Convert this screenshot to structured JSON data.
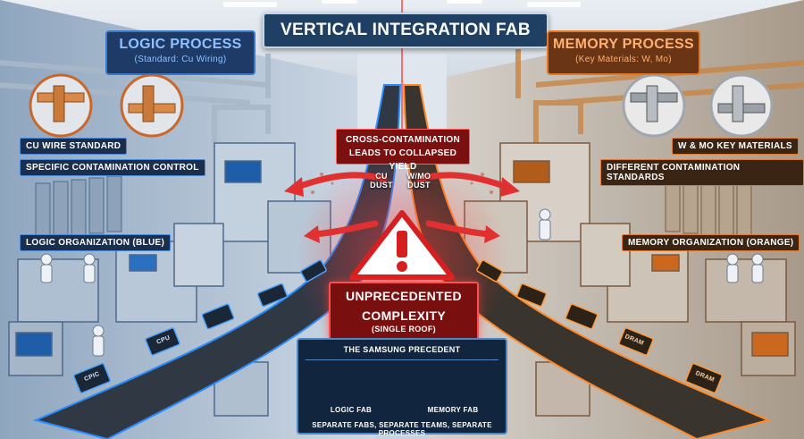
{
  "title": "VERTICAL INTEGRATION FAB",
  "logic": {
    "title": "LOGIC PROCESS",
    "subtitle": "(Standard: Cu Wiring)",
    "wire_label": "Cu WIRE STANDARD",
    "contamination_label": "SPECIFIC CONTAMINATION CONTROL",
    "org_label": "LOGIC ORGANIZATION (BLUE)",
    "chip_label": "CPU",
    "chip_label_alt": "CPIC"
  },
  "memory": {
    "title": "MEMORY PROCESS",
    "subtitle": "(Key Materials: W, Mo)",
    "materials_label": "W & Mo KEY MATERIALS",
    "contamination_label": "DIFFERENT CONTAMINATION STANDARDS",
    "org_label": "MEMORY ORGANIZATION (ORANGE)",
    "chip_label": "DRAM"
  },
  "center": {
    "cross_line1": "CROSS-CONTAMINATION",
    "cross_line2": "LEADS TO COLLAPSED YIELD",
    "dust_left_1": "Cu",
    "dust_left_2": "DUST",
    "dust_right_1": "W/Mo",
    "dust_right_2": "DUST",
    "complexity_line1": "UNPRECEDENTED",
    "complexity_line2": "COMPLEXITY",
    "complexity_sub": "(SINGLE ROOF)"
  },
  "precedent": {
    "title": "THE SAMSUNG PRECEDENT",
    "logic_fab": "LOGIC FAB",
    "memory_fab": "MEMORY FAB",
    "footer": "SEPARATE FABS, SEPARATE TEAMS, SEPARATE PROCESSES"
  },
  "colors": {
    "logic_accent": "#3a78c8",
    "memory_accent": "#e07a2a",
    "danger": "#d62020",
    "title_bg": "#1f3f63"
  },
  "icons": [
    "warning-icon",
    "copper-wire-icon",
    "tungsten-molybdenum-icon",
    "fab-building-icon"
  ]
}
